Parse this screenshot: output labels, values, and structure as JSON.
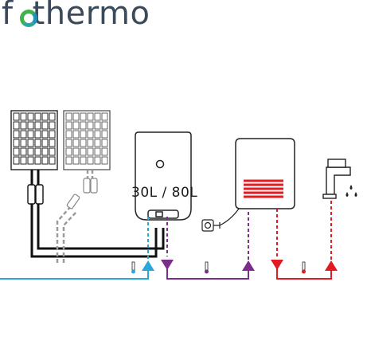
{
  "logo": {
    "text_before": "f",
    "text_after": "thermo",
    "colors": {
      "text": "#3a4a5a",
      "ring_green": "#3fb24a",
      "ring_blue": "#1f94b7"
    }
  },
  "boiler": {
    "label": "30L / 80L"
  },
  "colors": {
    "cold_water": "#29a8d8",
    "purple_flow": "#7b2d8c",
    "hot_water": "#e11b22",
    "cable": "#111111",
    "grey_cable": "#9a9a9a"
  },
  "icons": [
    "solar-panel-icon",
    "solar-panel-icon",
    "mc4-connector-icon",
    "water-heater-tank-icon",
    "power-socket-icon",
    "instant-water-heater-icon",
    "faucet-icon",
    "water-drops-icon",
    "thermometer-icon",
    "arrow-up-icon",
    "arrow-down-icon"
  ]
}
